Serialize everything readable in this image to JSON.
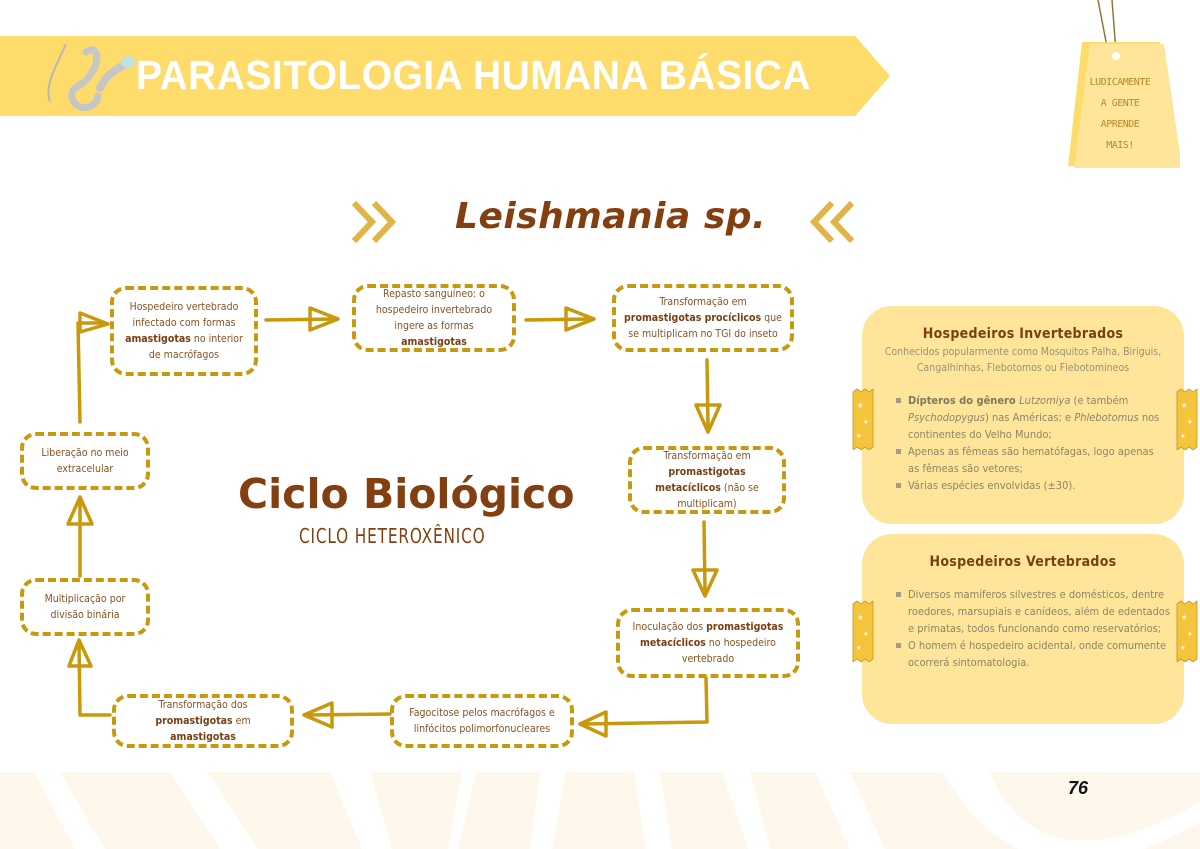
{
  "header": {
    "title": "PARASITOLOGIA HUMANA BÁSICA",
    "banner_color": "#fedc6b",
    "icon": "worm-icon"
  },
  "tag": {
    "lines": [
      "LUDICAMENTE",
      "A GENTE",
      "APRENDE",
      "MAIS!"
    ],
    "color": "#fee59a"
  },
  "subtitle": {
    "species": "Leishmania sp.",
    "left_icon": "double-chevron-right-icon",
    "right_icon": "double-chevron-left-icon",
    "chevron_color": "#e0b447"
  },
  "cycle": {
    "title": "Ciclo Biológico",
    "subtitle": "CICLO HETEROXÊNICO",
    "box_border_color": "#c9980d",
    "steps": [
      {
        "pre": "Hospedeiro vertebrado infectado com formas ",
        "bold": "amastigotas",
        "post": " no interior de macrófagos"
      },
      {
        "pre": "Repasto sanguíneo: o hospedeiro invertebrado ingere as formas ",
        "bold": "amastigotas",
        "post": ""
      },
      {
        "pre": "Transformação em ",
        "bold": "promastigotas procíclicos",
        "post": " que se multiplicam no TGI do inseto"
      },
      {
        "pre": "Transformação em ",
        "bold": "promastigotas metacíclicos",
        "post": " (não se multiplicam)"
      },
      {
        "pre": "Inoculação dos ",
        "bold": "promastigotas metacíclicos",
        "post": " no hospedeiro vertebrado"
      },
      {
        "pre": "Fagocitose pelos macrófagos e linfócitos polimorfonucleares",
        "bold": "",
        "post": ""
      },
      {
        "pre": "Transformação dos ",
        "bold": "promastigotas",
        "mid": " em ",
        "bold2": "amastigotas",
        "post": ""
      },
      {
        "pre": "Multiplicação por divisão binária",
        "bold": "",
        "post": ""
      },
      {
        "pre": "Liberação no meio extracelular",
        "bold": "",
        "post": ""
      }
    ]
  },
  "cards": {
    "invertebrate": {
      "title": "Hospedeiros Invertebrados",
      "subtitle": "Conhecidos popularmente como Mosquitos Palha, Biriguis, Cangalhinhas, Flebotomos ou Flebotomíneos",
      "items": [
        {
          "a": "Dípteros do gênero ",
          "i1": "Lutzomiya",
          "b": " (e também ",
          "i2": "Psychodopygus",
          "c": ") nas Américas; e ",
          "i3": "Phlebotomus",
          "d": " nos continentes do Velho Mundo;"
        },
        {
          "text": "Apenas as fêmeas são hematófagas, logo apenas as fêmeas são vetores;"
        },
        {
          "text": "Várias espécies envolvidas (±30)."
        }
      ]
    },
    "vertebrate": {
      "title": "Hospedeiros Vertebrados",
      "items": [
        {
          "text": "Diversos mamíferos silvestres e domésticos, dentre roedores, marsupiais e canídeos, além de edentados e primatas, todos funcionando como reservatórios;"
        },
        {
          "text": "O homem é hospedeiro acidental, onde comumente ocorrerá sintomatologia."
        }
      ]
    },
    "card_color": "#fee59a",
    "tape_icon": "washi-tape-star-icon"
  },
  "footer": {
    "page_number": "76"
  }
}
